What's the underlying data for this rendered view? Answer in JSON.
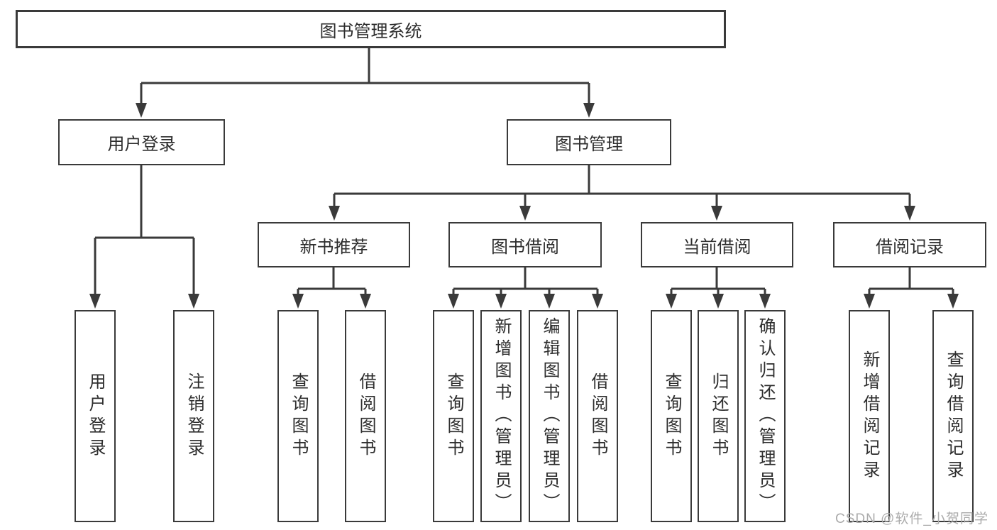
{
  "diagram": {
    "root": {
      "label": "图书管理系统"
    },
    "user_login": {
      "label": "用户登录",
      "children": [
        {
          "label": "用户登录"
        },
        {
          "label": "注销登录"
        }
      ]
    },
    "book_management": {
      "label": "图书管理",
      "modules": [
        {
          "label": "新书推荐",
          "children": [
            {
              "label": "查询图书"
            },
            {
              "label": "借阅图书"
            }
          ]
        },
        {
          "label": "图书借阅",
          "children": [
            {
              "label": "查询图书"
            },
            {
              "label": "新增图书（管理员）"
            },
            {
              "label": "编辑图书（管理员）"
            },
            {
              "label": "借阅图书"
            }
          ]
        },
        {
          "label": "当前借阅",
          "children": [
            {
              "label": "查询图书"
            },
            {
              "label": "归还图书"
            },
            {
              "label": "确认归还（管理员）"
            }
          ]
        },
        {
          "label": "借阅记录",
          "children": [
            {
              "label": "新增借阅记录"
            },
            {
              "label": "查询借阅记录"
            }
          ]
        }
      ]
    }
  },
  "watermark": {
    "text": "CSDN @软件_小贺同学"
  },
  "colors": {
    "line": "#3a3a3a",
    "text": "#2d2d2d",
    "background": "#ffffff",
    "watermark": "#ababab"
  }
}
